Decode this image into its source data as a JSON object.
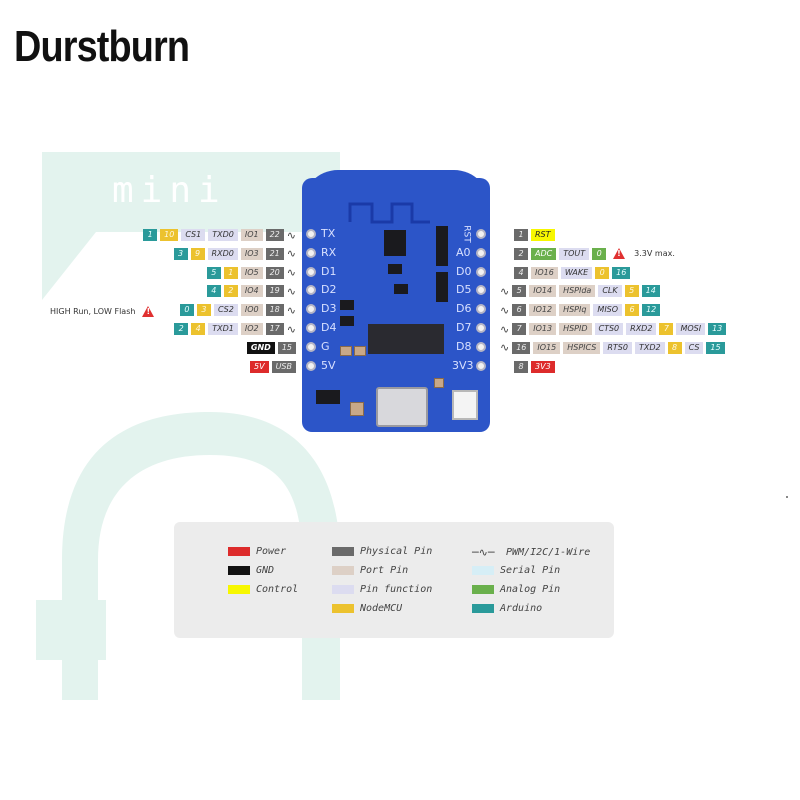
{
  "brand": "Durstburn",
  "board_name": "mini",
  "left_pins": [
    {
      "label": "TX",
      "arduino": "1",
      "node": "10",
      "fn": [
        "CS1",
        "TXD0"
      ],
      "port": "IO1",
      "phys": "22",
      "pwm": true
    },
    {
      "label": "RX",
      "arduino": "3",
      "node": "9",
      "fn": [
        "RXD0"
      ],
      "port": "IO3",
      "phys": "21",
      "pwm": true
    },
    {
      "label": "D1",
      "arduino": "5",
      "node": "1",
      "fn": [],
      "port": "IO5",
      "phys": "20",
      "pwm": true
    },
    {
      "label": "D2",
      "arduino": "4",
      "node": "2",
      "fn": [],
      "port": "IO4",
      "phys": "19",
      "pwm": true
    },
    {
      "label": "D3",
      "arduino": "0",
      "node": "3",
      "fn": [
        "CS2"
      ],
      "port": "IO0",
      "phys": "18",
      "pwm": true
    },
    {
      "label": "D4",
      "arduino": "2",
      "node": "4",
      "fn": [
        "TXD1"
      ],
      "port": "IO2",
      "phys": "17",
      "pwm": true
    },
    {
      "label": "G",
      "special": "GND",
      "phys": "15"
    },
    {
      "label": "5V",
      "special": "5V",
      "extra": "USB"
    }
  ],
  "left_note": "HIGH Run, LOW Flash",
  "right_pins": [
    {
      "label": "RST",
      "phys": "1",
      "ctrl": "RST"
    },
    {
      "label": "A0",
      "phys": "2",
      "ana": "ADC",
      "fn": [
        "TOUT"
      ],
      "analog_val": "0",
      "note": "3.3V max."
    },
    {
      "label": "D0",
      "phys": "4",
      "port": "IO16",
      "fn": [
        "WAKE"
      ],
      "node": "0",
      "arduino": "16"
    },
    {
      "label": "D5",
      "phys": "5",
      "port": "IO14",
      "hspi": "HSPIda",
      "node": "5",
      "fn": [
        "CLK"
      ],
      "arduino": "14",
      "pwm": true
    },
    {
      "label": "D6",
      "phys": "6",
      "port": "IO12",
      "hspi": "HSPIq",
      "node": "6",
      "fn": [
        "MISO"
      ],
      "arduino": "12",
      "pwm": true
    },
    {
      "label": "D7",
      "phys": "7",
      "port": "IO13",
      "hspi": "HSPID",
      "fn": [
        "CTS0",
        "RXD2"
      ],
      "node": "7",
      "fn2": "MOSI",
      "arduino": "13",
      "pwm": true
    },
    {
      "label": "D8",
      "phys": "16",
      "port": "IO15",
      "hspi": "HSPICS",
      "fn": [
        "RTS0",
        "TXD2"
      ],
      "node": "8",
      "fn2": "CS",
      "arduino": "15",
      "pwm": true
    },
    {
      "label": "3V3",
      "phys": "8",
      "pwr": "3V3"
    }
  ],
  "legend": {
    "col1": [
      "Power",
      "GND",
      "Control"
    ],
    "col2": [
      "Physical Pin",
      "Port Pin",
      "Pin function",
      "NodeMCU"
    ],
    "col3": [
      "PWM/I2C/1-Wire",
      "Serial Pin",
      "Analog Pin",
      "Arduino"
    ]
  },
  "colors": {
    "power": "#dd2b2b",
    "gnd": "#111111",
    "control": "#f7f700",
    "physical": "#6a6a6a",
    "port": "#ddd0c6",
    "function": "#dcdcf0",
    "nodemcu": "#ecc22e",
    "serial": "#d6eef6",
    "analog": "#6ab04c",
    "arduino": "#2a9a9a",
    "board": "#2c55c8"
  }
}
